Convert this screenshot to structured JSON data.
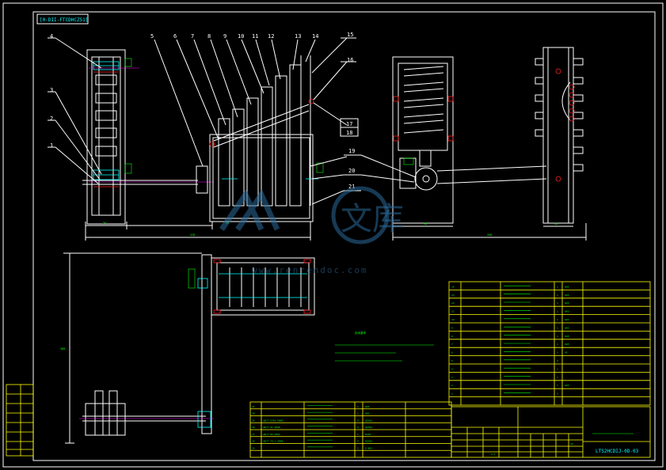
{
  "drawing": {
    "title_block_code": "LTS2HCDIJ-0D-03",
    "top_left_label": "[0-DII-FTCDHCZS1]",
    "part_numbers": [
      "1",
      "2",
      "3",
      "4",
      "5",
      "6",
      "7",
      "8",
      "9",
      "10",
      "11",
      "12",
      "13",
      "14",
      "15",
      "16",
      "17",
      "18",
      "19",
      "20",
      "21"
    ],
    "dimensions": {
      "left_width": "3d",
      "overall_front": "418",
      "mid_offset": "68",
      "right_overall": "358",
      "right_small": "3d",
      "right_mid": "9d",
      "side_height": "388"
    },
    "notes_title": "技术要求"
  },
  "watermark": {
    "brand": "文库",
    "url": "www.renrendoc.com"
  },
  "parts_list_right": {
    "rows": [
      {
        "no": "14",
        "qty": "1",
        "mat": "Q45"
      },
      {
        "no": "13",
        "qty": "1",
        "mat": "Q45"
      },
      {
        "no": "12",
        "qty": "1",
        "mat": "Q45"
      },
      {
        "no": "11",
        "qty": "1",
        "mat": "Q45"
      },
      {
        "no": "10",
        "qty": "1",
        "mat": "Q45"
      },
      {
        "no": "9",
        "qty": "1",
        "mat": "Q45"
      },
      {
        "no": "8",
        "qty": "1",
        "mat": "Q45"
      },
      {
        "no": "7",
        "qty": "1",
        "mat": "Q45"
      },
      {
        "no": "6",
        "qty": "1",
        "mat": "45"
      },
      {
        "no": "5",
        "qty": "2",
        "mat": ""
      },
      {
        "no": "4",
        "qty": "1",
        "mat": ""
      },
      {
        "no": "3",
        "qty": "1",
        "mat": ""
      },
      {
        "no": "2",
        "qty": "1",
        "mat": "Q45"
      },
      {
        "no": "1",
        "qty": "1",
        "mat": ""
      }
    ]
  },
  "parts_list_bottom": {
    "rows": [
      {
        "no": "21",
        "std": "",
        "qty": "1",
        "mat": "Q45"
      },
      {
        "no": "20",
        "std": "",
        "qty": "1",
        "mat": "Q45"
      },
      {
        "no": "19",
        "std": "GB/T 5783-2000",
        "qty": "4",
        "mat": "Q235A"
      },
      {
        "no": "18",
        "std": "GB/T 41-2000",
        "qty": "4",
        "mat": "Q235A"
      },
      {
        "no": "17",
        "std": "GB/T 95-2002",
        "qty": "1",
        "mat": "DC03"
      },
      {
        "no": "16",
        "std": "GB/T 70.1-2008",
        "qty": "4",
        "mat": "Q235A"
      },
      {
        "no": "15",
        "std": "",
        "qty": "1",
        "mat": "S-B03"
      }
    ]
  },
  "title_block": {
    "small_numbers": [
      "12",
      "1:1"
    ]
  }
}
